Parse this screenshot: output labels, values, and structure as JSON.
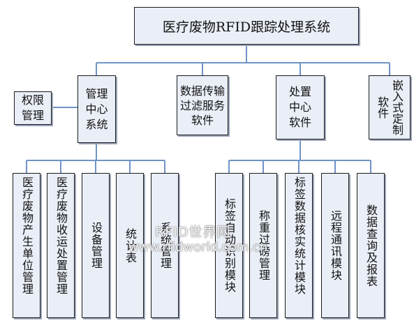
{
  "title": "医疗废物RFID跟踪处理系统",
  "level2": {
    "permissions": "权限管理",
    "management_center": "管理中心系统",
    "data_transfer": "数据传输过滤服务软件",
    "disposal_center": "处置中心软件",
    "embedded": "嵌入式定制软件"
  },
  "management_children": [
    "医疗废物产生单位管理",
    "医疗废物收运处置管理",
    "设备管理",
    "统计表",
    "系统管理"
  ],
  "disposal_children": [
    "标签自动识别模块",
    "称重过磅管理",
    "标签数据核实统计模块",
    "远程通讯模块",
    "数据查询及报表"
  ],
  "watermark": {
    "line1": "RFID世界网",
    "line2": "www.rfidworld.com.cn"
  },
  "colors": {
    "box_fill": "#e9eef7",
    "line": "#6f93c6"
  }
}
